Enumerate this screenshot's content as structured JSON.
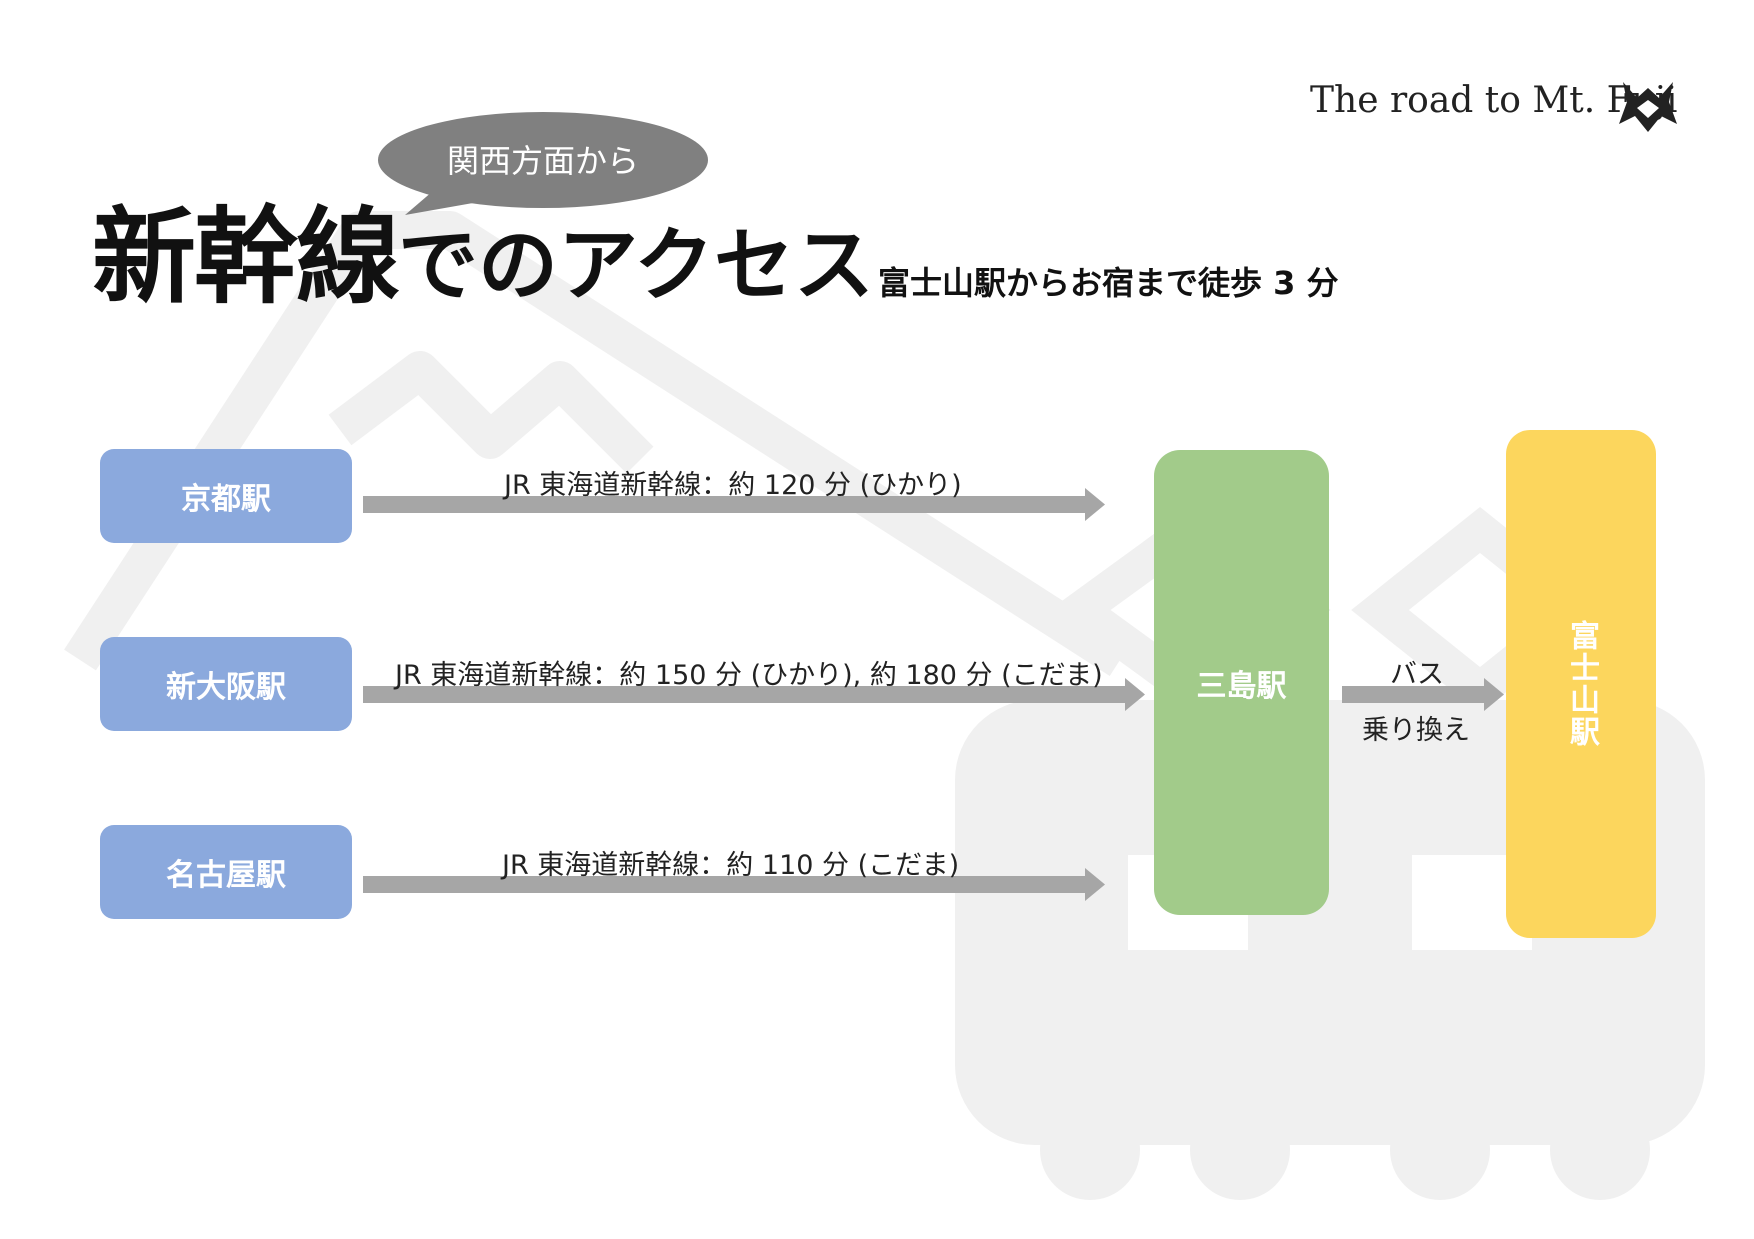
{
  "brand": {
    "text": "The road to Mt. Fuji",
    "icon": "samurai-helmet-icon"
  },
  "bubble": {
    "text": "関西方面から"
  },
  "title": {
    "main": "新幹線",
    "rest": "でのアクセス"
  },
  "subtitle": "富士山駅からお宿まで徒歩 3 分",
  "origins": [
    {
      "name": "京都駅",
      "route": "JR 東海道新幹線：約 120 分 (ひかり)"
    },
    {
      "name": "新大阪駅",
      "route": "JR 東海道新幹線：約 150 分 (ひかり), 約 180 分 (こだま)"
    },
    {
      "name": "名古屋駅",
      "route": "JR 東海道新幹線：約 110 分 (こだま)"
    }
  ],
  "transfer": {
    "station": "三島駅",
    "mode": "バス",
    "note": "乗り換え"
  },
  "destination": {
    "station": "富士山駅"
  },
  "colors": {
    "origin": "#8ba9dd",
    "transfer": "#a2cb8a",
    "destination": "#fcd65d",
    "arrow": "#a6a6a6",
    "bubble": "#808080",
    "watermark": "#f0f0f0"
  }
}
